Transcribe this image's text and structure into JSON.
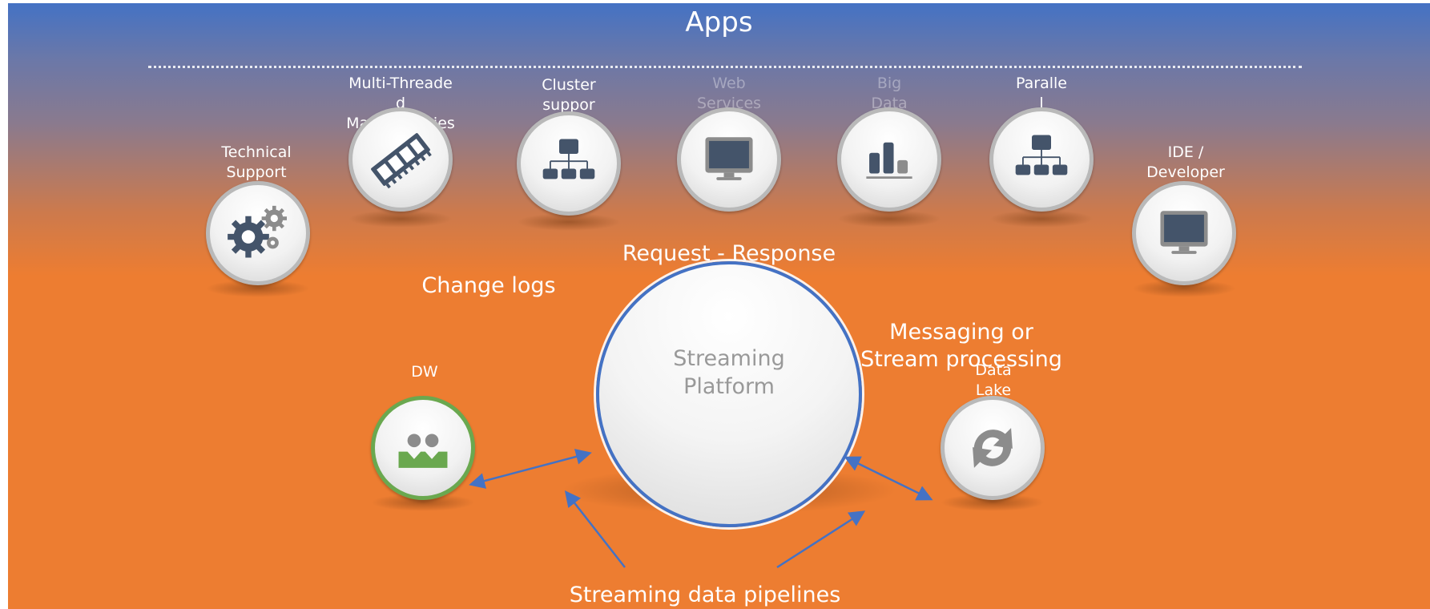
{
  "title": "Apps",
  "labels": {
    "multi_threaded": "Multi-Threade\nd\nMath Libraries",
    "cluster": "Cluster\nsuppor",
    "web_services": "Web\nServices\nAPI",
    "big_data": "Big\nData\nAnalysis",
    "parallel": "Paralle\nl\nTools",
    "technical_support": "Technical\nSupport",
    "ide": "IDE /\nDeveloper\nGUI",
    "dw": "DW",
    "data_lake": "Data\nLake"
  },
  "flows": {
    "request_response": "Request - Response",
    "change_logs": "Change logs",
    "messaging": "Messaging or\nStream processing",
    "pipelines": "Streaming data pipelines"
  },
  "platform": "Streaming\nPlatform",
  "colors": {
    "top": "#4472c4",
    "bottom": "#ed7d31",
    "arrow": "#4472c4",
    "icon_dark": "#44546a",
    "dw_green": "#6aa84f"
  },
  "icons": [
    "gears-icon",
    "memory-chip-icon",
    "org-chart-icon",
    "monitor-icon",
    "bar-chart-icon",
    "org-chart-icon",
    "monitor-icon",
    "people-icon",
    "refresh-icon"
  ]
}
